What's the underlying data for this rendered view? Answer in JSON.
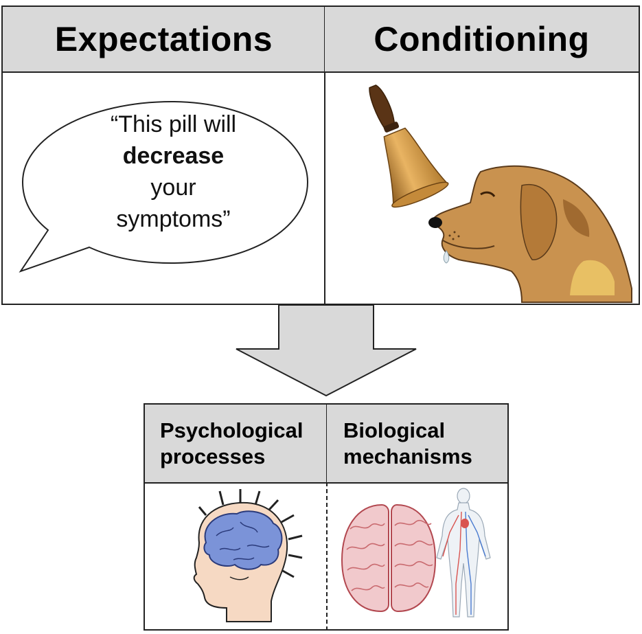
{
  "top_left": {
    "title": "Expectations",
    "quote_open": "“This pill will",
    "quote_bold": "decrease",
    "quote_line3": "your",
    "quote_close": "symptoms”"
  },
  "top_right": {
    "title": "Conditioning"
  },
  "bottom_left": {
    "title_line1": "Psychological",
    "title_line2": "processes"
  },
  "bottom_right": {
    "title_line1": "Biological",
    "title_line2": "mechanisms"
  },
  "colors": {
    "header_bg": "#d9d9d9",
    "arrow_fill": "#d9d9d9",
    "brain_blue": "#7b93d8",
    "brain_red": "#c96a6f",
    "dog_fur": "#c9924f",
    "bell_gold": "#e0a850"
  },
  "icons": [
    "speech-bubble",
    "bell-icon",
    "dog-icon",
    "head-brain-icon",
    "brain-icon",
    "human-body-circulatory-icon"
  ]
}
